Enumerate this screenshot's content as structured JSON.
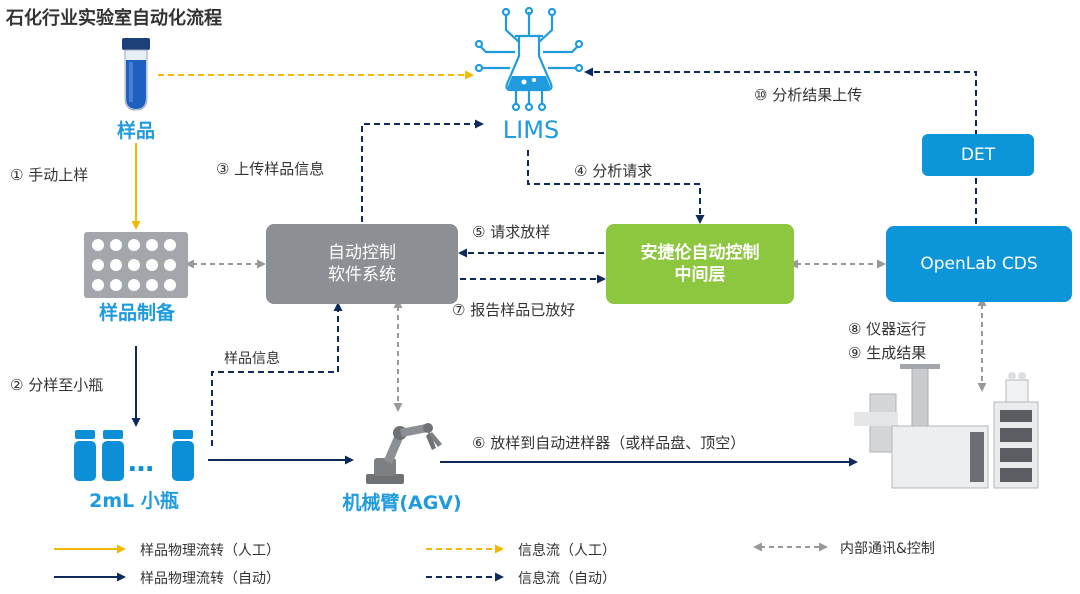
{
  "title": "石化行业实验室自动化流程",
  "nodes": {
    "sample": "样品",
    "lims": "LIMS",
    "sample_prep": "样品制备",
    "vials": "2mL 小瓶",
    "robot_arm": "机械臂(AGV)",
    "control_software_line1": "自动控制",
    "control_software_line2": "软件系统",
    "middleware_line1": "安捷伦自动控制",
    "middleware_line2": "中间层",
    "openlab": "OpenLab CDS",
    "det": "DET"
  },
  "steps": {
    "s1": "① 手动上样",
    "s2": "② 分样至小瓶",
    "s3": "③ 上传样品信息",
    "s4": "④ 分析请求",
    "s5": "⑤ 请求放样",
    "s6": "⑥ 放样到自动进样器（或样品盘、顶空）",
    "s7": "⑦ 报告样品已放好",
    "s8": "⑧ 仪器运行",
    "s9": "⑨ 生成结果",
    "s10": "⑩ 分析结果上传",
    "sample_info": "样品信息"
  },
  "vial_dots": "…",
  "legend": {
    "physical_manual": "样品物理流转（人工）",
    "physical_auto": "样品物理流转（自动）",
    "info_manual": "信息流（人工）",
    "info_auto": "信息流（自动）",
    "internal": "内部通讯&控制"
  },
  "colors": {
    "manual": "#f5b800",
    "auto": "#0e2a5c",
    "internal": "#999999",
    "accent_blue": "#1f9bde",
    "green_box": "#8dc63f",
    "gray_box": "#8c8f93",
    "blue_box": "#0d95d9"
  },
  "icons": [
    "test-tube-icon",
    "lims-flask-network-icon",
    "sample-tray-icon",
    "vial-icon",
    "robot-arm-icon",
    "lab-instrument-icon"
  ]
}
